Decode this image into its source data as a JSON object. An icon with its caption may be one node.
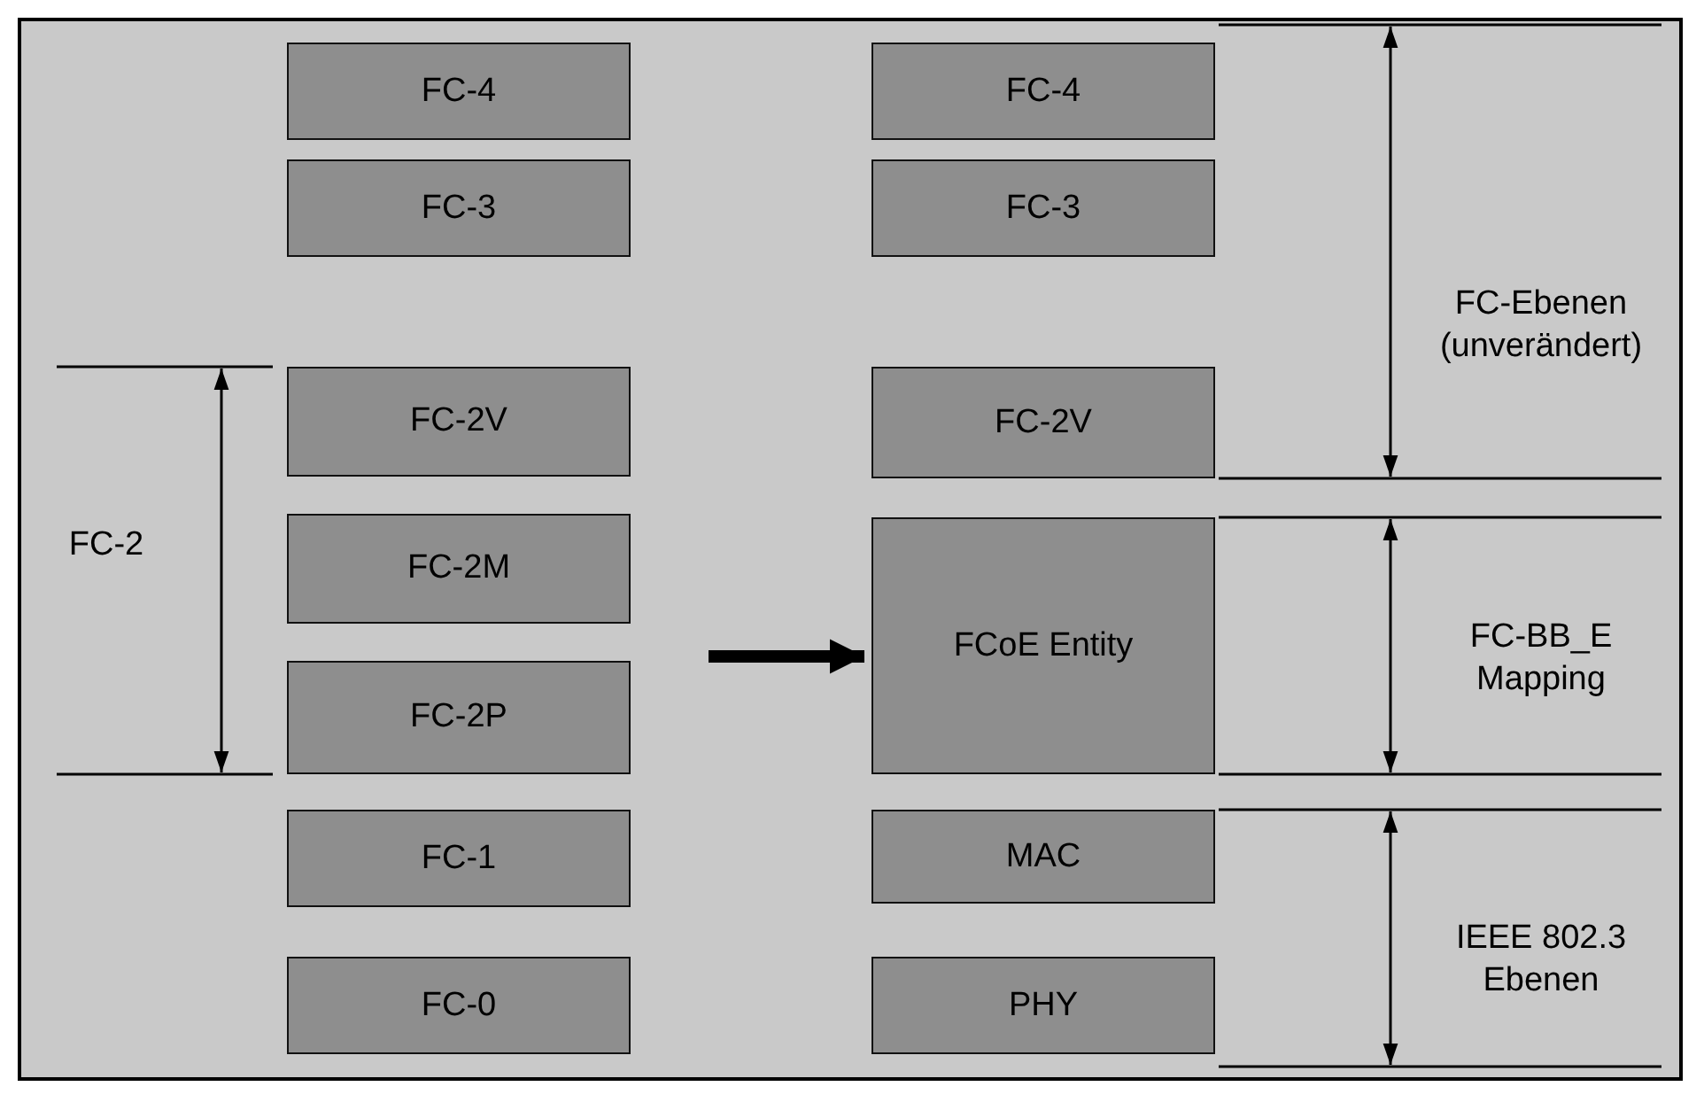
{
  "diagram": {
    "nodes": [
      {
        "text": [
          "FC-4"
        ]
      },
      {
        "text": [
          "FC-3"
        ]
      },
      {
        "text": [
          "FC-2V"
        ]
      },
      {
        "text": [
          "FC-2M"
        ]
      },
      {
        "text": [
          "FC-2P"
        ]
      },
      {
        "text": [
          "FC-1"
        ]
      },
      {
        "text": [
          "FC-0"
        ]
      },
      {
        "text": [
          "FC-4"
        ]
      },
      {
        "text": [
          "FC-3"
        ]
      },
      {
        "text": [
          "FC-2V"
        ]
      },
      {
        "text": [
          "FCoE Entity"
        ]
      },
      {
        "text": [
          "MAC"
        ]
      },
      {
        "text": [
          "PHY"
        ]
      }
    ],
    "edges": [
      {
        "from": null,
        "to": 10,
        "arrow": "to"
      }
    ],
    "labels": [
      "FC-2",
      "FC-Ebenen (unverändert)",
      "FC-BB_E Mapping",
      "IEEE 802.3 Ebenen"
    ]
  }
}
